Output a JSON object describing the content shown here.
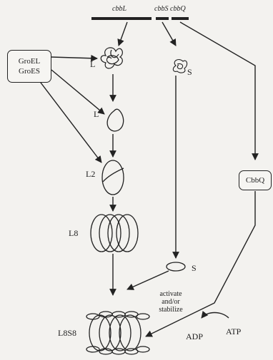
{
  "genes": {
    "cbbL": "cbbL",
    "cbbS": "cbbS",
    "cbbQ": "cbbQ"
  },
  "chaperones": {
    "line1": "GroEL",
    "line2": "GroES"
  },
  "cbbq_box": "CbbQ",
  "intermediates": {
    "L_unfolded": "L",
    "S_unfolded": "S",
    "L_folded": "L",
    "L2": "L2",
    "L8": "L8",
    "S_folded": "S",
    "L8S8": "L8S8"
  },
  "annotation": {
    "line1": "activate",
    "line2": "and/or",
    "line3": "stabilize"
  },
  "nucleotides": {
    "adp": "ADP",
    "atp": "ATP"
  }
}
